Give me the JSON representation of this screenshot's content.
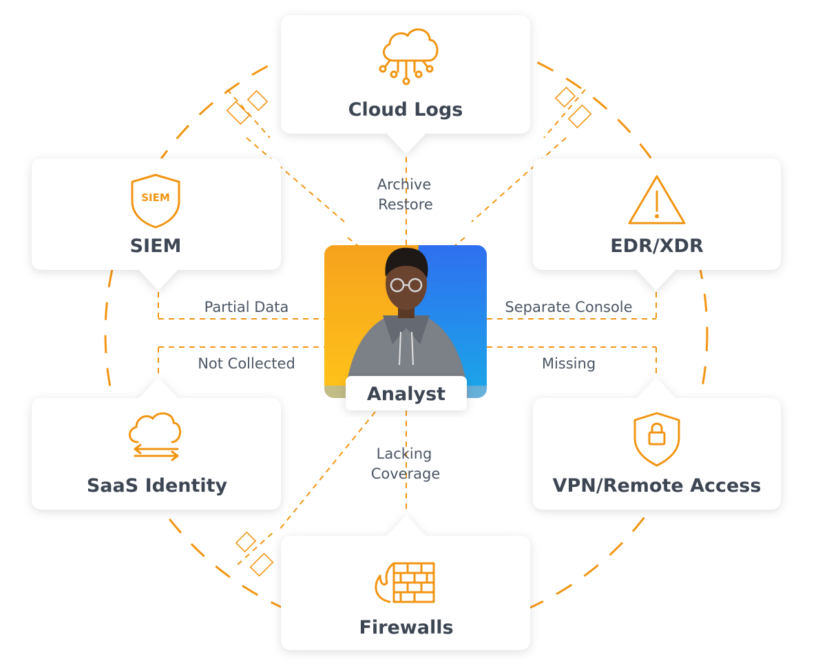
{
  "center": {
    "label": "Analyst"
  },
  "cards": {
    "cloud_logs": {
      "label": "Cloud Logs",
      "icon": "cloud-network-icon"
    },
    "siem": {
      "label": "SIEM",
      "icon": "shield-siem-icon",
      "badge": "SIEM"
    },
    "edr_xdr": {
      "label": "EDR/XDR",
      "icon": "warning-triangle-icon"
    },
    "saas_identity": {
      "label": "SaaS Identity",
      "icon": "cloud-sync-icon"
    },
    "vpn": {
      "label": "VPN/Remote Access",
      "icon": "shield-lock-icon"
    },
    "firewalls": {
      "label": "Firewalls",
      "icon": "firewall-icon"
    }
  },
  "edges": {
    "cloud_logs_line1": "Archive",
    "cloud_logs_line2": "Restore",
    "siem": "Partial Data",
    "edr_xdr": "Separate Console",
    "saas_identity": "Not Collected",
    "vpn": "Missing",
    "firewalls_line1": "Lacking",
    "firewalls_line2": "Coverage"
  },
  "colors": {
    "accent": "#f29411",
    "text": "#3d4653",
    "card_bg": "#ffffff"
  }
}
